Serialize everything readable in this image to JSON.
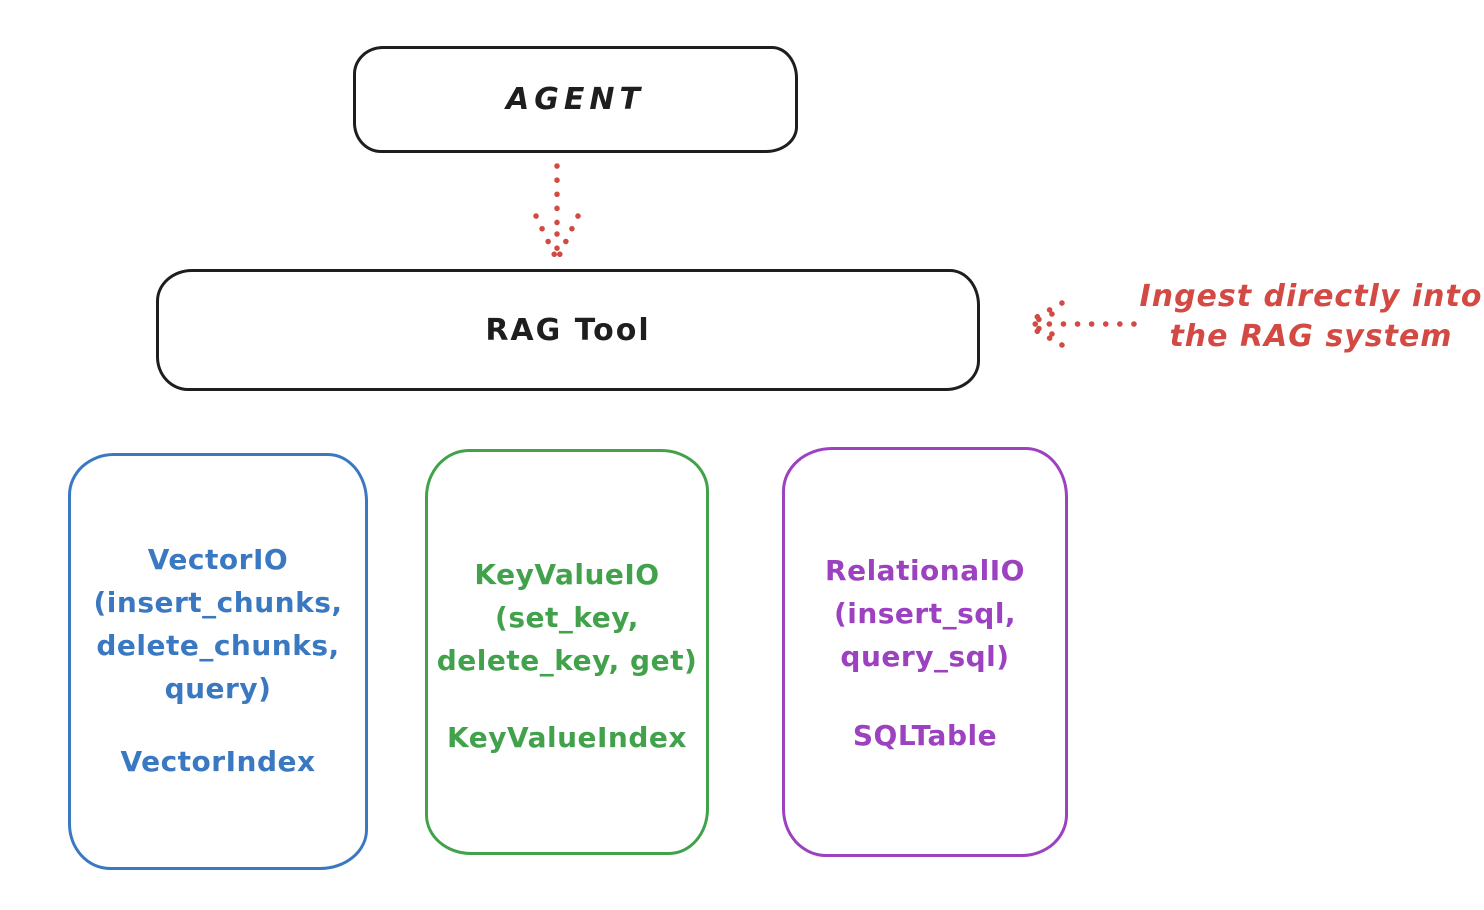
{
  "diagram": {
    "background_color": "#ffffff",
    "ink_color": "#1e1e1e",
    "accent_colors": {
      "red": "#d24a43",
      "blue": "#3a78c2",
      "green": "#42a24b",
      "purple": "#9c41c0"
    },
    "agent": {
      "label": "AGENT"
    },
    "rag_tool": {
      "label": "RAG Tool"
    },
    "annotation": {
      "line1": "Ingest directly into",
      "line2": "the RAG system",
      "color": "#d24a43"
    },
    "arrows": [
      {
        "name": "agent-to-rag-tool",
        "style": "dotted",
        "color": "#d24a43",
        "direction": "down"
      },
      {
        "name": "annotation-to-rag-tool",
        "style": "dotted",
        "color": "#d24a43",
        "direction": "left"
      }
    ],
    "io_boxes": [
      {
        "color": "#3a78c2",
        "lines": [
          "VectorIO",
          "(insert_chunks,",
          "delete_chunks,",
          "query)"
        ],
        "index_label": "VectorIndex"
      },
      {
        "color": "#42a24b",
        "lines": [
          "KeyValueIO",
          "(set_key,",
          "delete_key, get)"
        ],
        "index_label": "KeyValueIndex"
      },
      {
        "color": "#9c41c0",
        "lines": [
          "RelationalIO",
          "(insert_sql,",
          "query_sql)"
        ],
        "index_label": "SQLTable"
      }
    ]
  }
}
